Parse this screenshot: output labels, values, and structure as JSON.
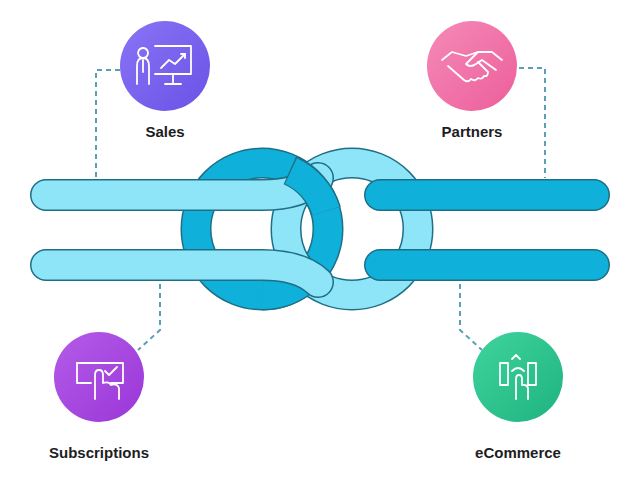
{
  "diagram": {
    "nodes": [
      {
        "text": [
          "Sales"
        ]
      },
      {
        "text": [
          "Partners"
        ]
      },
      {
        "text": [
          "Subscriptions"
        ]
      },
      {
        "text": [
          "eCommerce"
        ]
      }
    ]
  }
}
